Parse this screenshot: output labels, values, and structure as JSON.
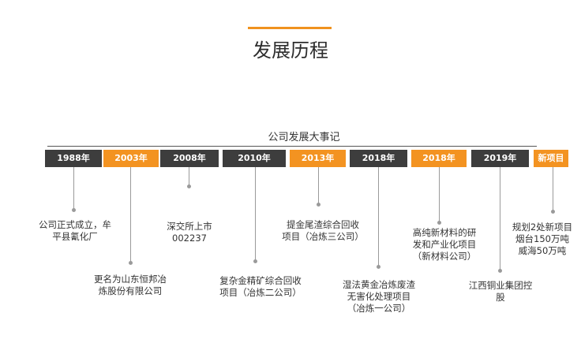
{
  "page": {
    "title": "发展历程",
    "subtitle": "公司发展大事记"
  },
  "colors": {
    "accent": "#f39321",
    "dark": "#3d3d3d",
    "line": "#9a9a9a"
  },
  "timeline": [
    {
      "year": "1988年",
      "style": "dark",
      "text": "公司正式成立，牟\n平县氰化厂"
    },
    {
      "year": "2003年",
      "style": "orange",
      "text": "更名为山东恒邦冶\n炼股份有限公司"
    },
    {
      "year": "2008年",
      "style": "dark",
      "text": "深交所上市\n002237"
    },
    {
      "year": "2010年",
      "style": "dark",
      "text": "复杂金精矿综合回收\n项目（冶炼二公司）"
    },
    {
      "year": "2013年",
      "style": "orange",
      "text": "提金尾渣综合回收\n项目（冶炼三公司）"
    },
    {
      "year": "2018年",
      "style": "dark",
      "text": "湿法黄金冶炼废渣\n无害化处理项目\n（冶炼一公司）"
    },
    {
      "year": "2018年",
      "style": "orange",
      "text": "高纯新材料的研\n发和产业化项目\n（新材料公司）"
    },
    {
      "year": "2019年",
      "style": "dark",
      "text": "江西铜业集团控\n股"
    },
    {
      "year": "新项目",
      "style": "orange",
      "text": "规划2处新项目\n烟台150万吨\n威海50万吨"
    }
  ]
}
